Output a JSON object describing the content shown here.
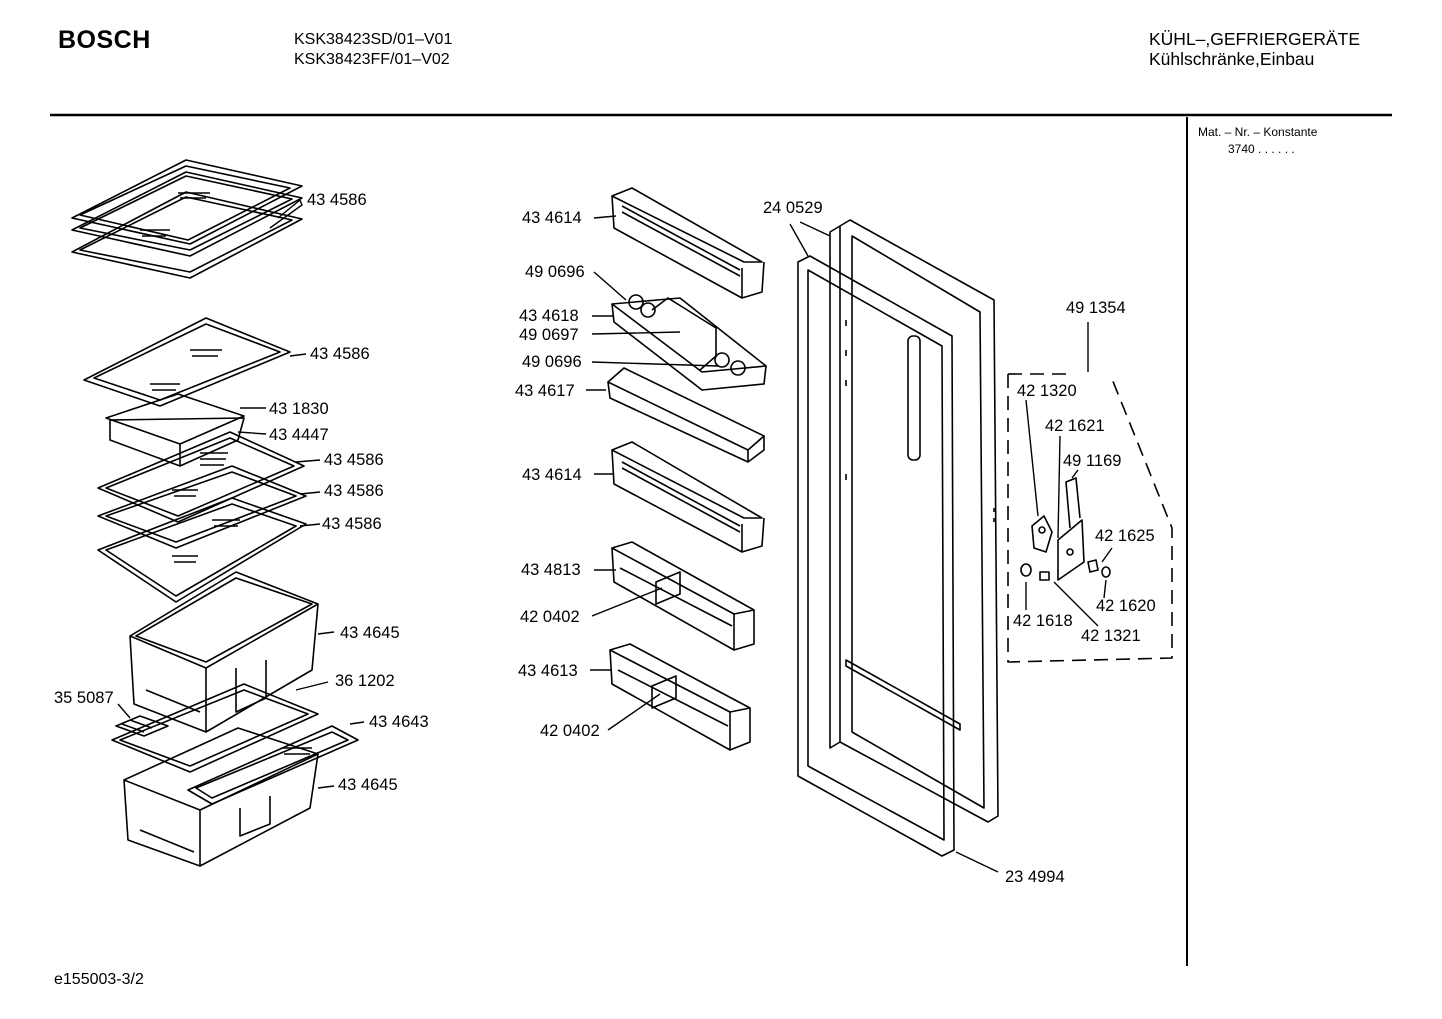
{
  "header": {
    "brand": "BOSCH",
    "models": [
      "KSK38423SD/01–V01",
      "KSK38423FF/01–V02"
    ],
    "category": "KÜHL–,GEFRIERGERÄTE",
    "subcategory": "Kühlschränke,Einbau"
  },
  "sidebar": {
    "mat_label": "Mat. – Nr. – Konstante",
    "mat_value": "3740   .   .   .   .   .   ."
  },
  "footer": {
    "doc_id": "e155003-3/2"
  },
  "parts": {
    "shelf_top": "43 4586",
    "shelf_2": "43 4586",
    "cover_small": "43 1830",
    "drawer_small": "43 4447",
    "shelf_3": "43 4586",
    "shelf_4": "43 4586",
    "shelf_5": "43 4586",
    "crisper_upper": "43 4645",
    "crisper_cover": "36 1202",
    "humidity_slider": "35 5087",
    "crisper_shelf": "43 4643",
    "crisper_lower": "43 4645",
    "door_bin_1": "43 4614",
    "egg_tray_a": "49 0696",
    "butter_box": "43 4618",
    "butter_lid": "49 0697",
    "egg_tray_b": "49 0696",
    "door_bin_2": "43 4617",
    "door_bin_3": "43 4614",
    "door_bin_4": "43 4813",
    "bottle_holder_a": "42 0402",
    "door_bin_5": "43 4613",
    "bottle_holder_b": "42 0402",
    "door_panel": "24 0529",
    "door_gasket": "23 4994",
    "hinge_kit": "49 1354",
    "hinge_part_a": "42 1320",
    "hinge_part_b": "42 1621",
    "hinge_bracket": "49 1169",
    "screw": "42 1625",
    "washer": "42 1620",
    "bushing": "42 1618",
    "nut": "42 1321"
  }
}
